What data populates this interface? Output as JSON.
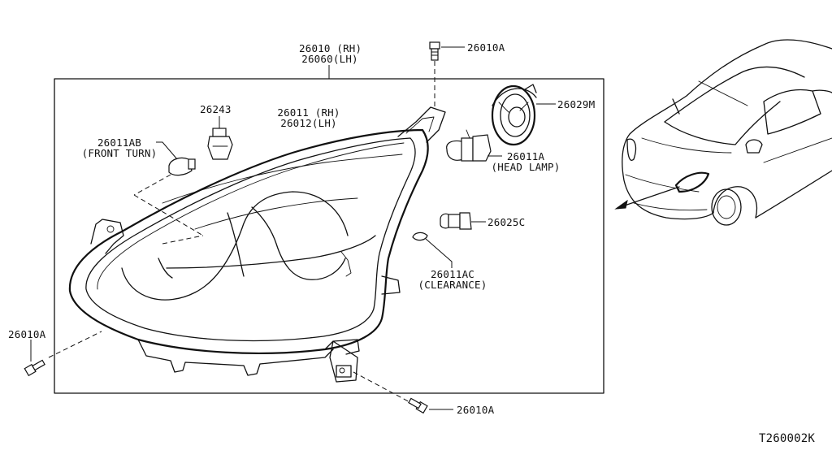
{
  "labels": {
    "assembly_rh": "26010 (RH)",
    "assembly_lh": "26060(LH)",
    "screw_top": "26010A",
    "housing_rh": "26011 (RH)",
    "housing_lh": "26012(LH)",
    "socket": "26243",
    "front_turn_part": "26011AB",
    "front_turn_desc": "(FRONT TURN)",
    "bulb_cover": "26029M",
    "head_lamp_part": "26011A",
    "head_lamp_desc": "(HEAD LAMP)",
    "clearance_socket": "26025C",
    "clearance_part": "26011AC",
    "clearance_desc": "(CLEARANCE)",
    "screw_left": "26010A",
    "screw_bottom": "26010A",
    "diagram_code": "T260002K"
  }
}
